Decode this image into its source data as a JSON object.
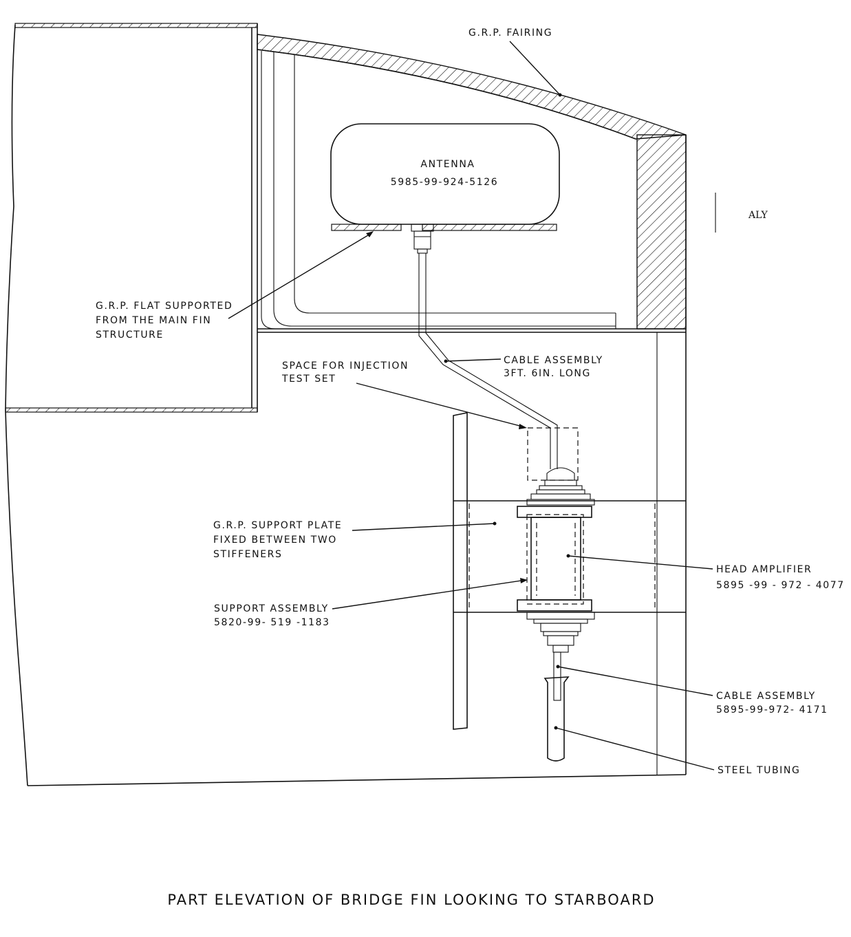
{
  "labels": {
    "grp_fairing": "G.R.P. FAIRING",
    "antenna_name": "ANTENNA",
    "antenna_part": "5985-99-924-5126",
    "grp_flat_line1": "G.R.P. FLAT SUPPORTED",
    "grp_flat_line2": "FROM THE MAIN FIN",
    "grp_flat_line3": "STRUCTURE",
    "space_line1": "SPACE FOR INJECTION",
    "space_line2": "TEST SET",
    "cable_top_line1": "CABLE ASSEMBLY",
    "cable_top_line2": "3FT. 6IN. LONG",
    "support_plate_line1": "G.R.P. SUPPORT PLATE",
    "support_plate_line2": "FIXED BETWEEN TWO",
    "support_plate_line3": "STIFFENERS",
    "head_amp_name": "HEAD AMPLIFIER",
    "head_amp_part": "5895 -99 - 972 - 4077",
    "support_assy_name": "SUPPORT ASSEMBLY",
    "support_assy_part": "5820-99- 519 -1183",
    "cable_bottom_name": "CABLE ASSEMBLY",
    "cable_bottom_part": "5895-99-972- 4171",
    "steel_tubing": "STEEL TUBING",
    "aly_mark": "ALY"
  },
  "caption": "PART ELEVATION OF BRIDGE FIN LOOKING TO STARBOARD"
}
